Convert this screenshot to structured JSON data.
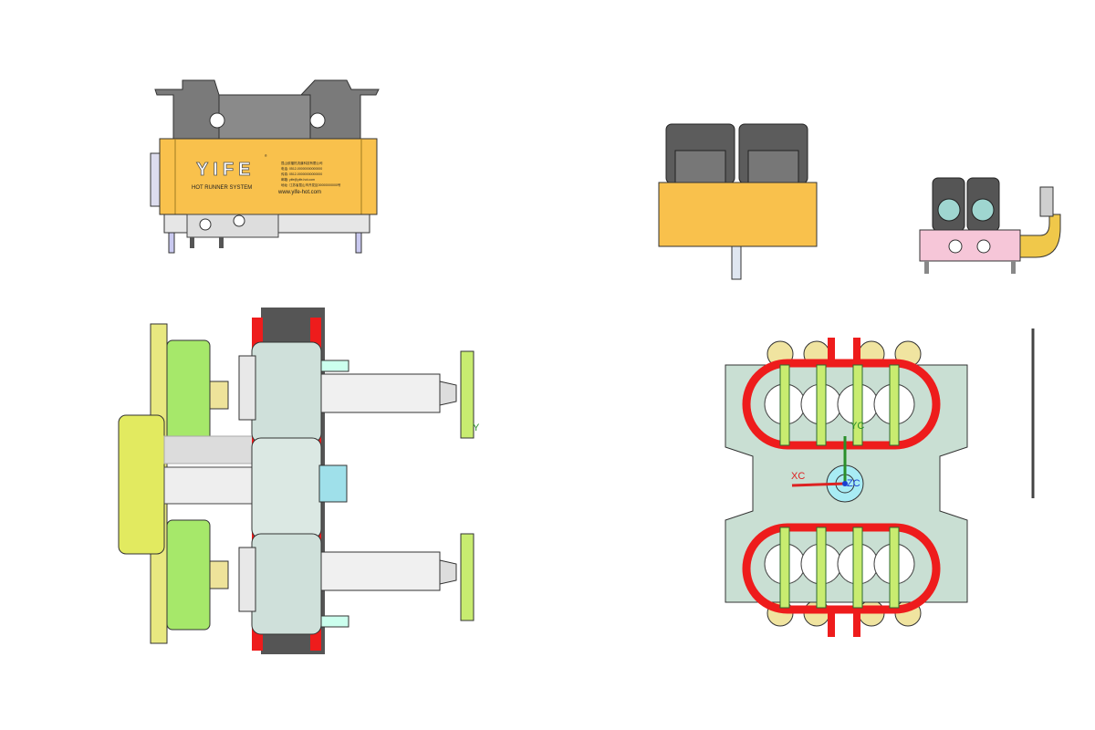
{
  "label": {
    "brand": "YIFE",
    "registered": "®",
    "tagline": "HOT RUNNER SYSTEM",
    "company_lines": [
      "昆山依福热流道科技有限公司",
      "电话: 0512-00000000000000",
      "传真: 0512-00000000000000",
      "邮箱: yife@yife-hot.com",
      "地址: 江苏省昆山市开发区00000000000号"
    ],
    "website": "www.yife-hot.com"
  },
  "axes": {
    "x": "XC",
    "y": "YC",
    "z": "ZC",
    "side_y": "Y"
  },
  "colors": {
    "orange": "#f9c14c",
    "gray": "#6e6e6e",
    "red": "#ee1c1c",
    "plate": "#c9dfd3",
    "green": "#b9e86a",
    "pink": "#f6c6d8"
  }
}
